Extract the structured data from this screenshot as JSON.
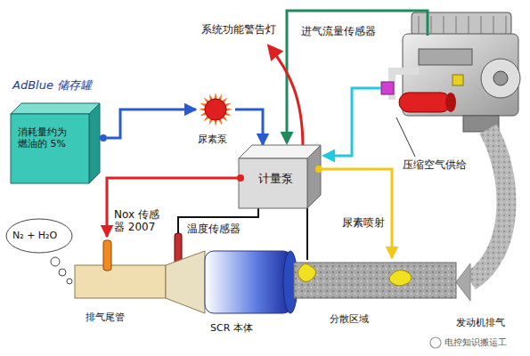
{
  "diagram": {
    "nodes": [
      {
        "text": [
          "AdBlue 储存罐",
          "消耗量约为燃油的 5%"
        ]
      },
      {
        "text": [
          "尿素泵"
        ]
      },
      {
        "text": [
          "计量泵"
        ]
      },
      {
        "text": [
          "N₂ + H₂O"
        ]
      },
      {
        "text": [
          "排气尾管"
        ]
      },
      {
        "text": [
          "SCR 本体"
        ]
      },
      {
        "text": [
          "分散区域"
        ]
      }
    ],
    "edges": [
      {
        "from": 0,
        "to": 1,
        "arrow": "to"
      },
      {
        "from": 1,
        "to": 2,
        "arrow": "to"
      },
      {
        "from": 2,
        "to": 4,
        "arrow": "to"
      },
      {
        "from": 2,
        "to": 6,
        "label": "尿素喷射",
        "arrow": "to"
      }
    ],
    "labels": [
      "系统功能警告灯",
      "进气流量传感器",
      "压缩空气供给",
      "Nox 传感器 2007",
      "温度传感器",
      "发动机排气",
      "电控知识搬运工"
    ]
  }
}
